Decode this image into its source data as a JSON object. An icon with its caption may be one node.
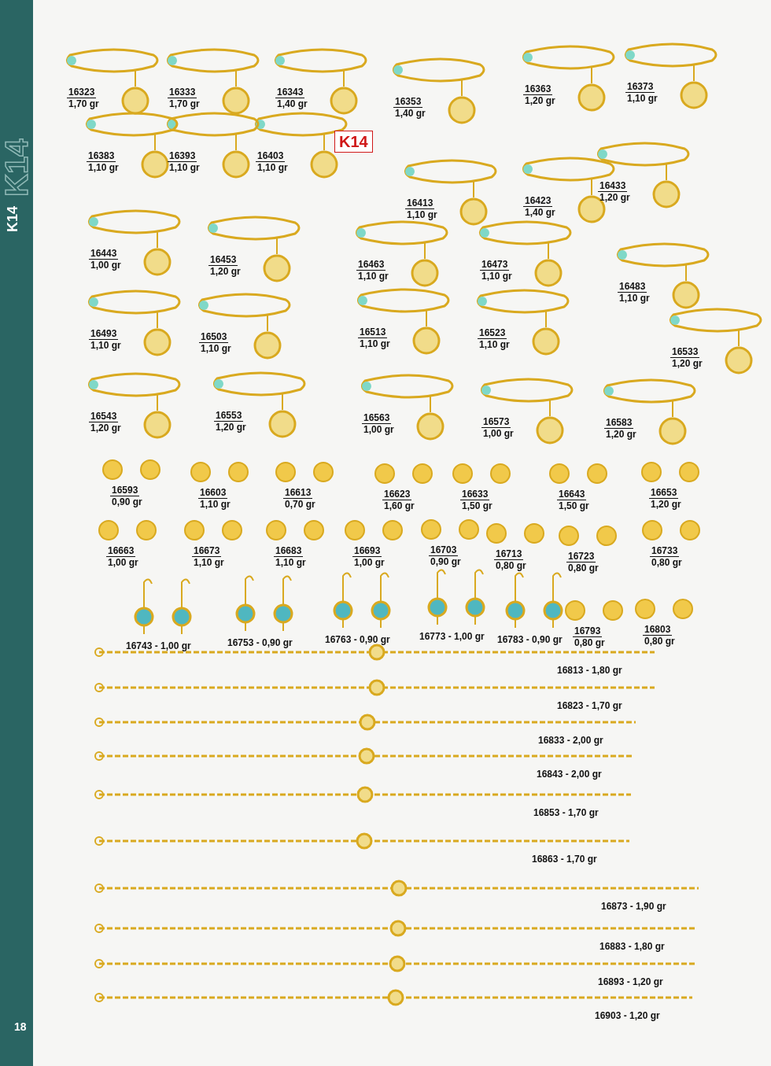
{
  "diagram": {
    "labels": [
      "K14",
      "K14",
      "16323",
      "1,70 gr",
      "16333",
      "1,70 gr",
      "16343",
      "1,40 gr",
      "16353",
      "1,40 gr",
      "16363",
      "1,20 gr",
      "16373",
      "1,10 gr",
      "16383",
      "1,10 gr",
      "16393",
      "1,10 gr",
      "16403",
      "1,10 gr",
      "K14",
      "16413",
      "1,10 gr",
      "16423",
      "1,40 gr",
      "16433",
      "1,20 gr",
      "16443",
      "1,00 gr",
      "16453",
      "1,20 gr",
      "16463",
      "1,10 gr",
      "16473",
      "1,10 gr",
      "16483",
      "1,10 gr",
      "16493",
      "1,10 gr",
      "16503",
      "1,10 gr",
      "16513",
      "1,10 gr",
      "16523",
      "1,10 gr",
      "16533",
      "1,20 gr",
      "16543",
      "1,20 gr",
      "16553",
      "1,20 gr",
      "16563",
      "1,00 gr",
      "16573",
      "1,00 gr",
      "16583",
      "1,20 gr",
      "16593",
      "0,90 gr",
      "16603",
      "1,10 gr",
      "16613",
      "0,70 gr",
      "16623",
      "1,60 gr",
      "16633",
      "1,50 gr",
      "16643",
      "1,50 gr",
      "16653",
      "1,20 gr",
      "16663",
      "1,00 gr",
      "16673",
      "1,10 gr",
      "16683",
      "1,10 gr",
      "16693",
      "1,00 gr",
      "16703",
      "0,90 gr",
      "16713",
      "0,80 gr",
      "16723",
      "0,80 gr",
      "16733",
      "0,80 gr",
      "16743 - 1,00 gr",
      "16753 - 0,90 gr",
      "16763 - 0,90 gr",
      "16773 - 1,00 gr",
      "16783 - 0,90 gr",
      "16793",
      "0,80 gr",
      "16803",
      "0,80 gr",
      "16813 - 1,80 gr",
      "16823 - 1,70 gr",
      "16833 - 2,00 gr",
      "16843 - 2,00 gr",
      "16853 - 1,70 gr",
      "16863 - 1,70 gr",
      "16873 - 1,90 gr",
      "16883 - 1,80 gr",
      "16893 - 1,20 gr",
      "16903 - 1,20 gr",
      "18"
    ]
  }
}
